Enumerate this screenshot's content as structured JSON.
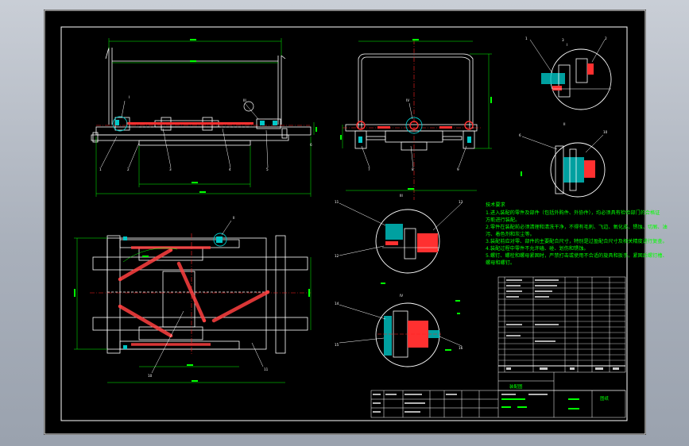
{
  "drawing": {
    "colors": {
      "background": "#000000",
      "outline": "#ffffff",
      "dimension": "#00ff00",
      "centerline": "#ff2020",
      "section": "#ff3030",
      "detail_fill": "#00c8c8",
      "frame_desktop": "#a9b0bb"
    },
    "front_view_labels": [
      "I",
      "1",
      "2",
      "3",
      "4",
      "5",
      "6",
      "III"
    ],
    "side_view_labels": [
      "IV",
      "7",
      "8",
      "9"
    ],
    "top_view_labels": [
      "II",
      "10",
      "11"
    ],
    "detail_I_labels": [
      "1",
      "2",
      "3",
      "I"
    ],
    "detail_II_labels": [
      "6",
      "10",
      "II"
    ],
    "detail_III_labels": [
      "11",
      "12",
      "13",
      "III"
    ],
    "detail_IV_labels": [
      "14",
      "15",
      "16",
      "IV"
    ],
    "tech_notes": {
      "title": "技术要求",
      "lines": [
        "1.进入装配的零件及部件（包括外购件、外协件），均必须具有检验部门的合格证",
        "方能进行装配。",
        "2.零件在装配前必须清理和清洗干净，不得有毛刺、飞边、氧化皮、锈蚀、切屑、油",
        "污、着色剂和灰尘等。",
        "3.装配前应对零、部件的主要配合尺寸，特别是过盈配合尺寸及相关精度进行复查。",
        "4.装配过程中零件不允许磕、碰、划伤和锈蚀。",
        "5.螺钉、螺栓和螺母紧固时，严禁打击或使用不合适的旋具和扳手。紧固后螺钉槽、",
        "螺母和螺钉。"
      ]
    },
    "title_block": {
      "drawing_name": "装配图",
      "scale_mark": "图纸"
    }
  }
}
